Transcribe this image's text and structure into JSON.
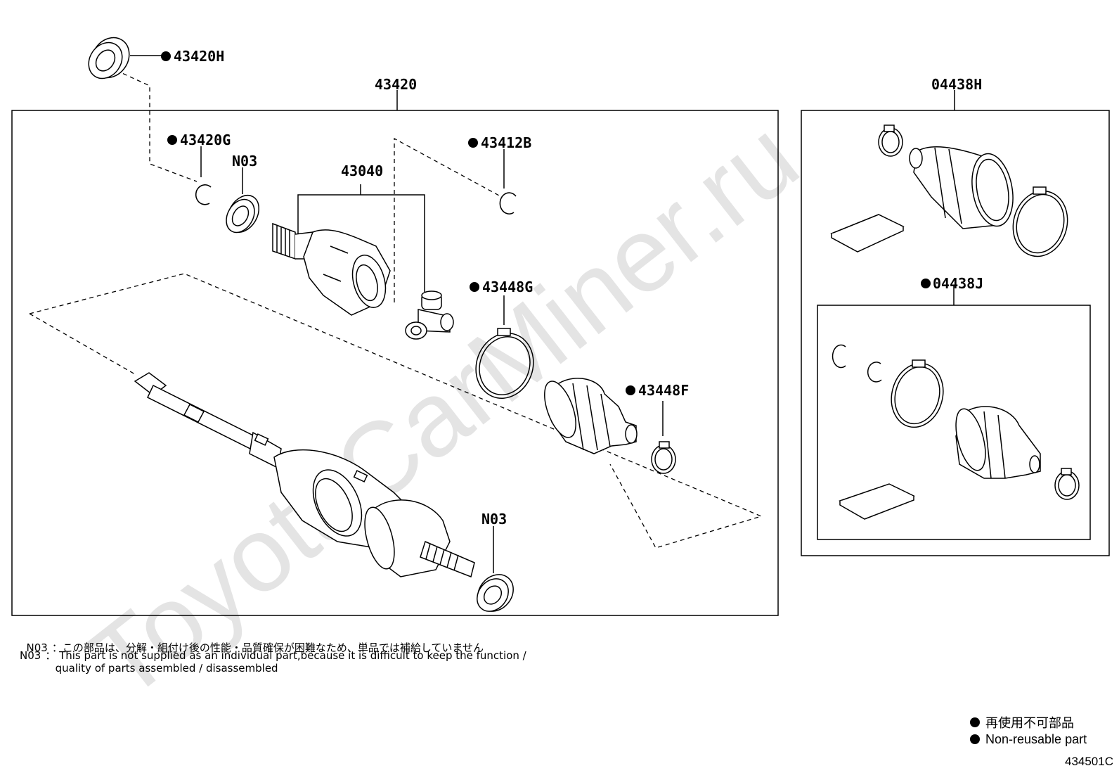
{
  "parts": {
    "p43420H": "43420H",
    "p43420": "43420",
    "p43420G": "43420G",
    "n03_top": "N03",
    "p43040": "43040",
    "p43412B": "43412B",
    "p43448G": "43448G",
    "p43448F": "43448F",
    "n03_bottom": "N03",
    "p04438H": "04438H",
    "p04438J": "04438J"
  },
  "notes": {
    "jp_code": "N03",
    "jp_text": "：この部品は、分解・組付け後の性能・品質確保が困難なため、単品では補給していません",
    "en_code": "N03",
    "en_text": "： This part is not supplied as an individual part,because it is difficult to keep the function /\n   quality of parts assembled / disassembled"
  },
  "legend": {
    "jp": "再使用不可部品",
    "en": "Non-reusable part"
  },
  "figure_number": "434501C",
  "watermark": "ToyotaCarMiner.ru"
}
